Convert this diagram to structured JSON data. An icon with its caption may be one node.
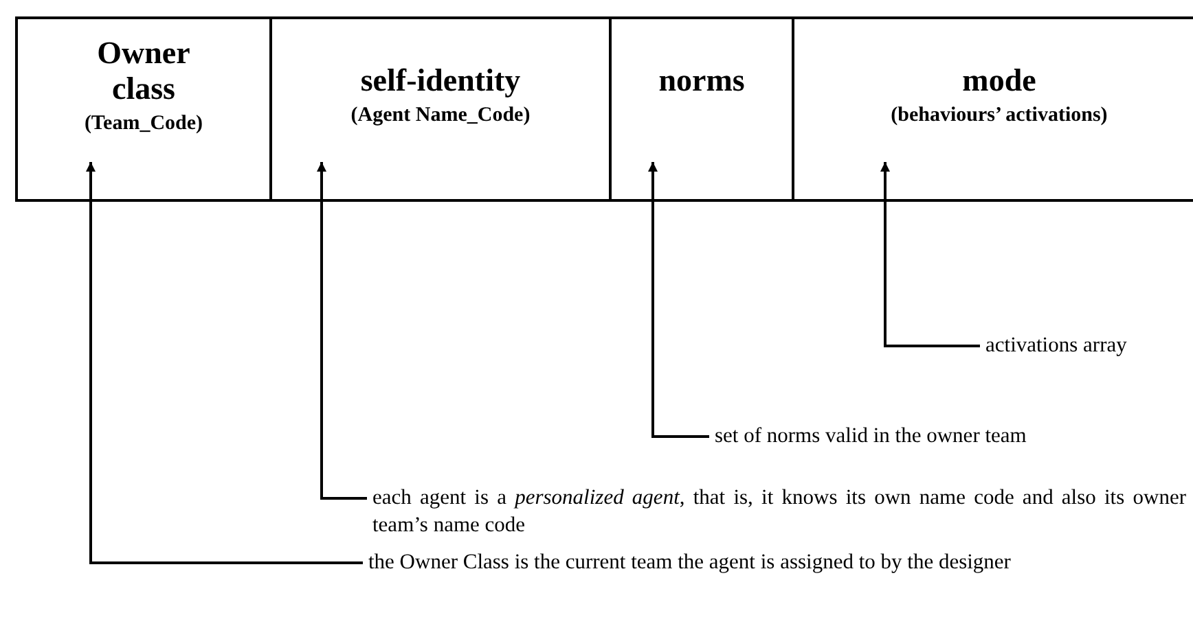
{
  "diagram": {
    "nodes": [
      {
        "text": [
          "Owner class",
          "(Team_Code)"
        ]
      },
      {
        "text": [
          "self-identity",
          "(Agent Name_Code)"
        ]
      },
      {
        "text": [
          "norms"
        ]
      },
      {
        "text": [
          "mode",
          "(behaviours’ activations)"
        ]
      },
      {
        "text": [
          "activations array"
        ]
      },
      {
        "text": [
          "set of norms valid in the owner team"
        ]
      },
      {
        "text": [
          "each agent is a *personalized agent*, that is, it knows its own name code and also its owner team’s name code"
        ]
      },
      {
        "text": [
          "the Owner Class is the current team the agent is assigned to by the designer"
        ]
      }
    ],
    "edges": [
      {
        "from": 4,
        "to": 3,
        "arrow": "to"
      },
      {
        "from": 5,
        "to": 2,
        "arrow": "to"
      },
      {
        "from": 6,
        "to": 1,
        "arrow": "to"
      },
      {
        "from": 7,
        "to": 0,
        "arrow": "to"
      }
    ]
  }
}
